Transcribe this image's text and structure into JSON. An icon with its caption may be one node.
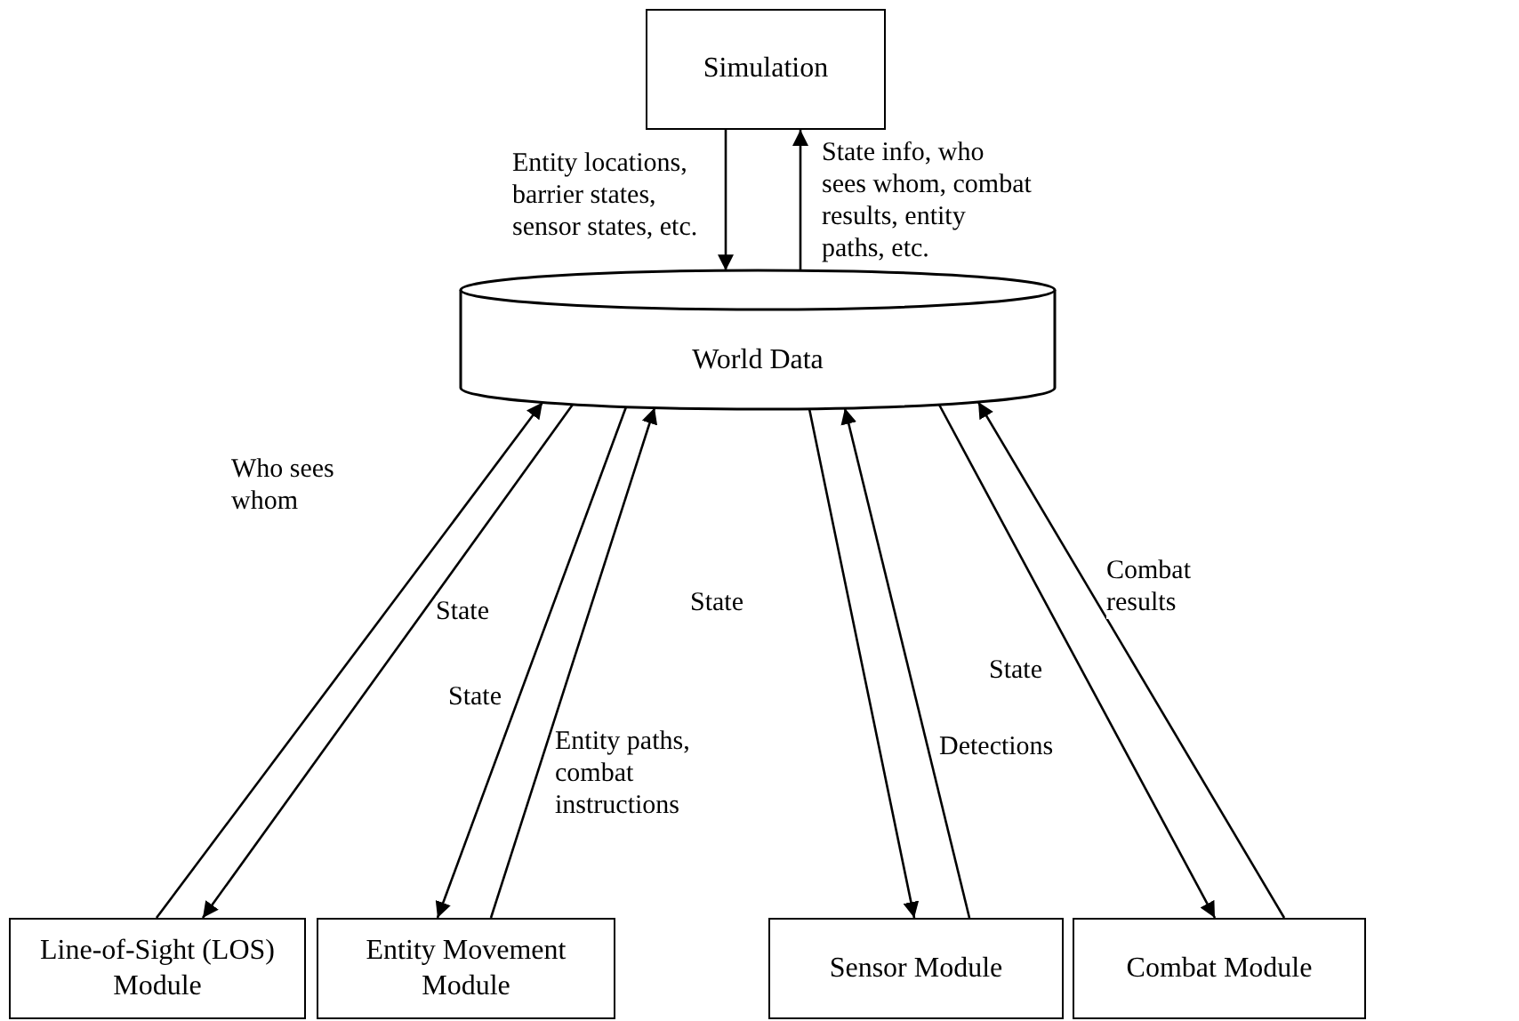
{
  "diagram": {
    "nodes": [
      {
        "text": [
          "Simulation"
        ]
      },
      {
        "text": [
          "World Data"
        ]
      },
      {
        "text": [
          "Line-of-Sight (LOS) Module"
        ]
      },
      {
        "text": [
          "Entity Movement Module"
        ]
      },
      {
        "text": [
          "Sensor Module"
        ]
      },
      {
        "text": [
          "Combat Module"
        ]
      }
    ],
    "edges": [
      {
        "from": 0,
        "to": 1,
        "arrow": "to",
        "label": "Entity locations, barrier states, sensor states, etc."
      },
      {
        "from": 1,
        "to": 0,
        "arrow": "to",
        "label": "State info, who sees whom, combat results, entity paths, etc."
      },
      {
        "from": 2,
        "to": 1,
        "arrow": "to",
        "label": "Who sees whom"
      },
      {
        "from": 1,
        "to": 2,
        "arrow": "to",
        "label": "State"
      },
      {
        "from": 1,
        "to": 3,
        "arrow": "to",
        "label": "State"
      },
      {
        "from": 3,
        "to": 1,
        "arrow": "to",
        "label": "Entity paths, combat instructions"
      },
      {
        "from": 1,
        "to": 4,
        "arrow": "to",
        "label": "State"
      },
      {
        "from": 4,
        "to": 1,
        "arrow": "to",
        "label": "Detections"
      },
      {
        "from": 1,
        "to": 5,
        "arrow": "to",
        "label": "State"
      },
      {
        "from": 5,
        "to": 1,
        "arrow": "to",
        "label": "Combat results"
      }
    ]
  }
}
